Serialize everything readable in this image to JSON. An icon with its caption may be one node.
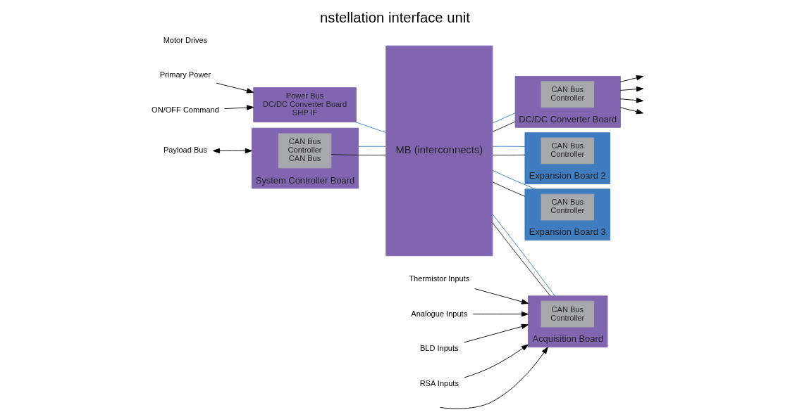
{
  "diagram": {
    "title": "nstellation interface unit",
    "nodes": [
      {
        "text": [
          "Primary Power"
        ]
      },
      {
        "text": [
          "ON/OFF Command"
        ]
      },
      {
        "text": [
          "Payload Bus"
        ]
      },
      {
        "text": [
          "Power Bus",
          "DC/DC Converter Board",
          "SHP IF"
        ]
      },
      {
        "text": [
          "System Controller Board"
        ]
      },
      {
        "text": [
          "CAN Bus",
          "Controller",
          "CAN Bus"
        ],
        "in": 4
      },
      {
        "text": [
          "MB (interconnects)"
        ]
      },
      {
        "text": [
          "DC/DC Converter Board"
        ]
      },
      {
        "text": [
          "CAN Bus",
          "Controller"
        ],
        "in": 7
      },
      {
        "text": [
          "Acquisition Board"
        ]
      },
      {
        "text": [
          "CAN Bus",
          "Controller"
        ],
        "in": 9
      },
      {
        "text": [
          "Expansion Board 2"
        ]
      },
      {
        "text": [
          "CAN Bus",
          "Controller"
        ],
        "in": 11
      },
      {
        "text": [
          "Expansion Board 3"
        ]
      },
      {
        "text": [
          "CAN Bus",
          "Controller"
        ],
        "in": 13
      },
      {
        "text": [
          "Thermistor Inputs"
        ]
      },
      {
        "text": [
          "Analogue Inputs"
        ]
      },
      {
        "text": [
          "BLD Inputs"
        ]
      },
      {
        "text": [
          "RSA Inputs"
        ]
      }
    ],
    "edges": [
      {
        "from": 0,
        "to": 3,
        "arrow": "to"
      },
      {
        "from": 1,
        "to": 3,
        "arrow": "to"
      },
      {
        "from": 2,
        "to": 4,
        "arrow": "both"
      },
      {
        "from": 5,
        "to": 6,
        "arrow": "none",
        "color": "#231f20"
      },
      {
        "from": 6,
        "to": 7,
        "arrow": "none",
        "color": "#231f20"
      },
      {
        "from": 6,
        "to": 9,
        "arrow": "none",
        "color": "#231f20"
      },
      {
        "from": 6,
        "to": 11,
        "arrow": "none",
        "color": "#231f20"
      },
      {
        "from": 6,
        "to": 13,
        "arrow": "none",
        "color": "#231f20"
      },
      {
        "from": 3,
        "to": 6,
        "arrow": "none",
        "color": "#3b7fc4"
      },
      {
        "from": 4,
        "to": 6,
        "arrow": "none",
        "color": "#3b7fc4"
      },
      {
        "from": 6,
        "to": 7,
        "arrow": "none",
        "color": "#3b7fc4"
      },
      {
        "from": 6,
        "to": 9,
        "arrow": "none",
        "color": "#3b7fc4"
      },
      {
        "from": 6,
        "to": 11,
        "arrow": "none",
        "color": "#3b7fc4"
      },
      {
        "from": 6,
        "to": 13,
        "arrow": "none",
        "color": "#3b7fc4"
      },
      {
        "from": 7,
        "to": null,
        "arrow": "to"
      },
      {
        "from": 7,
        "to": null,
        "arrow": "to"
      },
      {
        "from": 7,
        "to": null,
        "arrow": "to"
      },
      {
        "from": 7,
        "to": null,
        "arrow": "to"
      },
      {
        "from": 15,
        "to": 9,
        "arrow": "to"
      },
      {
        "from": 16,
        "to": 9,
        "arrow": "to"
      },
      {
        "from": 17,
        "to": 9,
        "arrow": "to"
      },
      {
        "from": 18,
        "to": 9,
        "arrow": "to"
      },
      {
        "from": null,
        "to": 9,
        "arrow": "to"
      }
    ],
    "labels": [
      "Motor Drives"
    ]
  }
}
